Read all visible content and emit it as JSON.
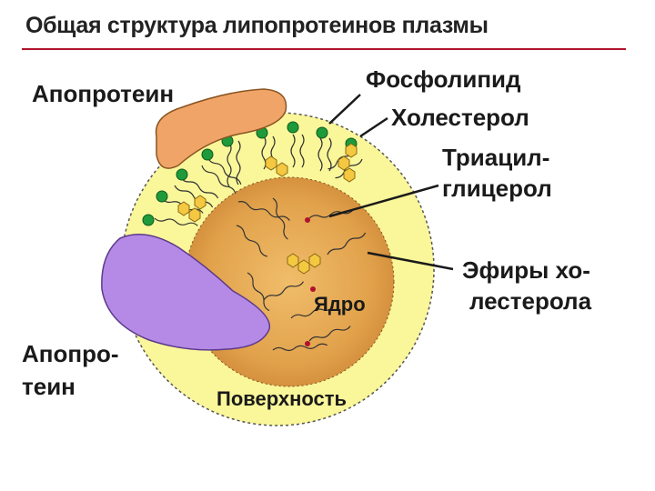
{
  "title": "Общая структура липопротеинов плазмы",
  "labels": {
    "apoprotein_top": "Апопротеин",
    "phospholipid": "Фосфолипид",
    "cholesterol": "Холестерол",
    "triacyl_line1": "Триацил-",
    "triacyl_line2": "глицерол",
    "esters_line1": "Эфиры хо-",
    "esters_line2": "лестерола",
    "apoprotein_bottom_line1": "Апопро-",
    "apoprotein_bottom_line2": "теин",
    "core": "Ядро",
    "surface": "Поверхность"
  },
  "colors": {
    "title_rule": "#b0122c",
    "surface_fill": "#faf69a",
    "core_fill": "#e0a24a",
    "apoprotein_top_fill": "#f0a468",
    "apoprotein_bottom_fill": "#b58ae6",
    "headgroup": "#1f9a3a",
    "cholesterol_ring": "#f5c842"
  }
}
